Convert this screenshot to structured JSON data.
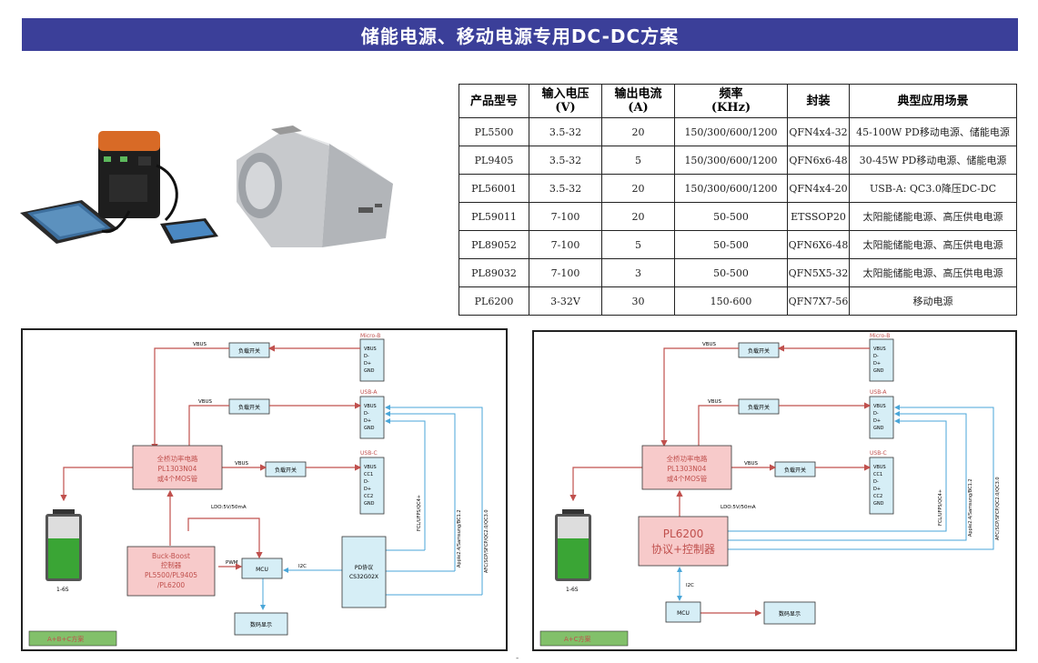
{
  "title": "储能电源、移动电源专用DC-DC方案",
  "table": {
    "headers": [
      {
        "l1": "产品型号",
        "l2": ""
      },
      {
        "l1": "输入电压",
        "l2": "(V)"
      },
      {
        "l1": "输出电流",
        "l2": "(A)"
      },
      {
        "l1": "频率",
        "l2": "(KHz)"
      },
      {
        "l1": "封装",
        "l2": ""
      },
      {
        "l1": "典型应用场景",
        "l2": ""
      }
    ],
    "rows": [
      [
        "PL5500",
        "3.5-32",
        "20",
        "150/300/600/1200",
        "QFN4x4-32",
        "45-100W PD移动电源、储能电源"
      ],
      [
        "PL9405",
        "3.5-32",
        "5",
        "150/300/600/1200",
        "QFN6x6-48",
        "30-45W PD移动电源、储能电源"
      ],
      [
        "PL56001",
        "3.5-32",
        "20",
        "150/300/600/1200",
        "QFN4x4-20",
        "USB-A: QC3.0降压DC-DC"
      ],
      [
        "PL59011",
        "7-100",
        "20",
        "50-500",
        "ETSSOP20",
        "太阳能储能电源、高压供电电源"
      ],
      [
        "PL89052",
        "7-100",
        "5",
        "50-500",
        "QFN6X6-48",
        "太阳能储能电源、高压供电电源"
      ],
      [
        "PL89032",
        "7-100",
        "3",
        "50-500",
        "QFN5X5-32",
        "太阳能储能电源、高压供电电源"
      ],
      [
        "PL6200",
        "3-32V",
        "30",
        "150-600",
        "QFN7X7-56",
        "移动电源"
      ]
    ]
  },
  "diagram_left": {
    "tag": "A+B+C方案",
    "load_switch": "负载开关",
    "vbus": "VBUS",
    "micro_b": "Micro-B",
    "usb_a": "USB-A",
    "usb_c": "USB-C",
    "port_pins_micro": [
      "VBUS",
      "D-",
      "D+",
      "GND"
    ],
    "port_pins_a": [
      "VBUS",
      "D-",
      "D+",
      "GND"
    ],
    "port_pins_c": [
      "VBUS",
      "CC1",
      "D-",
      "D+",
      "CC2",
      "GND"
    ],
    "bridge": [
      "全桥功率电路",
      "PL1303N04",
      "或4个MOS管"
    ],
    "ldo": "LDO:5V/50mA",
    "battery": "1-6S",
    "buck": [
      "Buck-Boost",
      "控制器",
      "PL5500/PL9405",
      "/PL6200"
    ],
    "pwm": "PWM",
    "mcu": "MCU",
    "i2c": "I2C",
    "pd": [
      "PD协议",
      "CS32G02X"
    ],
    "display": "数码显示",
    "sig1": "FCL/UFPS/QC4+",
    "sig2": "Apple2.4/Samsung/BC1.2",
    "sig3": "AFC/SCP/SFCP/QC2.0/QC3.0"
  },
  "diagram_right": {
    "tag": "A+C方案",
    "load_switch": "负载开关",
    "vbus": "VBUS",
    "micro_b": "Micro-B",
    "usb_a": "USB-A",
    "usb_c": "USB-C",
    "port_pins_micro": [
      "VBUS",
      "D-",
      "D+",
      "GND"
    ],
    "port_pins_a": [
      "VBUS",
      "D-",
      "D+",
      "GND"
    ],
    "port_pins_c": [
      "VBUS",
      "CC1",
      "D-",
      "D+",
      "CC2",
      "GND"
    ],
    "bridge": [
      "全桥功率电路",
      "PL1303N04",
      "或4个MOS管"
    ],
    "ldo": "LDO:5V/50mA",
    "battery": "1-6S",
    "ctrl": [
      "PL6200",
      "协议+控制器"
    ],
    "i2c": "I2C",
    "mcu": "MCU",
    "display": "数码显示",
    "sig1": "FCL/UFPS/QC4+",
    "sig2": "Apple2.4/Samsung/BC1.2",
    "sig3": "AFC/SCP/SFCP/QC2.0/QC3.0"
  },
  "colors": {
    "banner": "#3b3f99",
    "red_line": "#c0504d",
    "blue_line": "#4aa6d8",
    "box_cyan": "#d6eef6",
    "box_pink": "#f7caca",
    "tag_green": "#82c06a"
  }
}
